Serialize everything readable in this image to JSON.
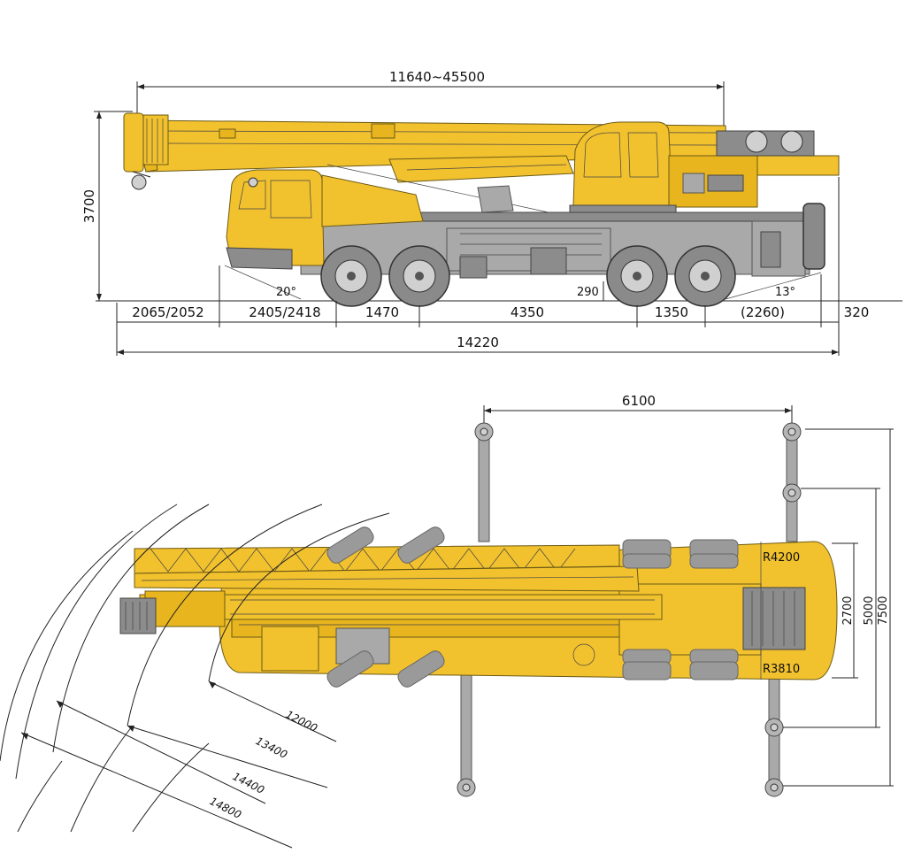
{
  "side_view": {
    "boom_length": "11640~45500",
    "overall_height": "3700",
    "approach_angle": "20°",
    "departure_angle": "13°",
    "ground_clearance": "290",
    "segment_dims": [
      "2065/2052",
      "2405/2418",
      "1470",
      "4350",
      "1350",
      "(2260)"
    ],
    "rear_overhang": "320",
    "overall_length": "14220"
  },
  "top_view": {
    "outrigger_span_length": "6100",
    "width_inner": "2700",
    "width_mid": "5000",
    "width_outer": "7500",
    "radius_front": "R4200",
    "radius_rear": "R3810",
    "swing_radii": [
      "12000",
      "13400",
      "14400",
      "14800"
    ]
  },
  "colors": {
    "body_yellow": "#f2c12e",
    "outline": "#222222",
    "tire_grey": "#8a8a8a"
  }
}
